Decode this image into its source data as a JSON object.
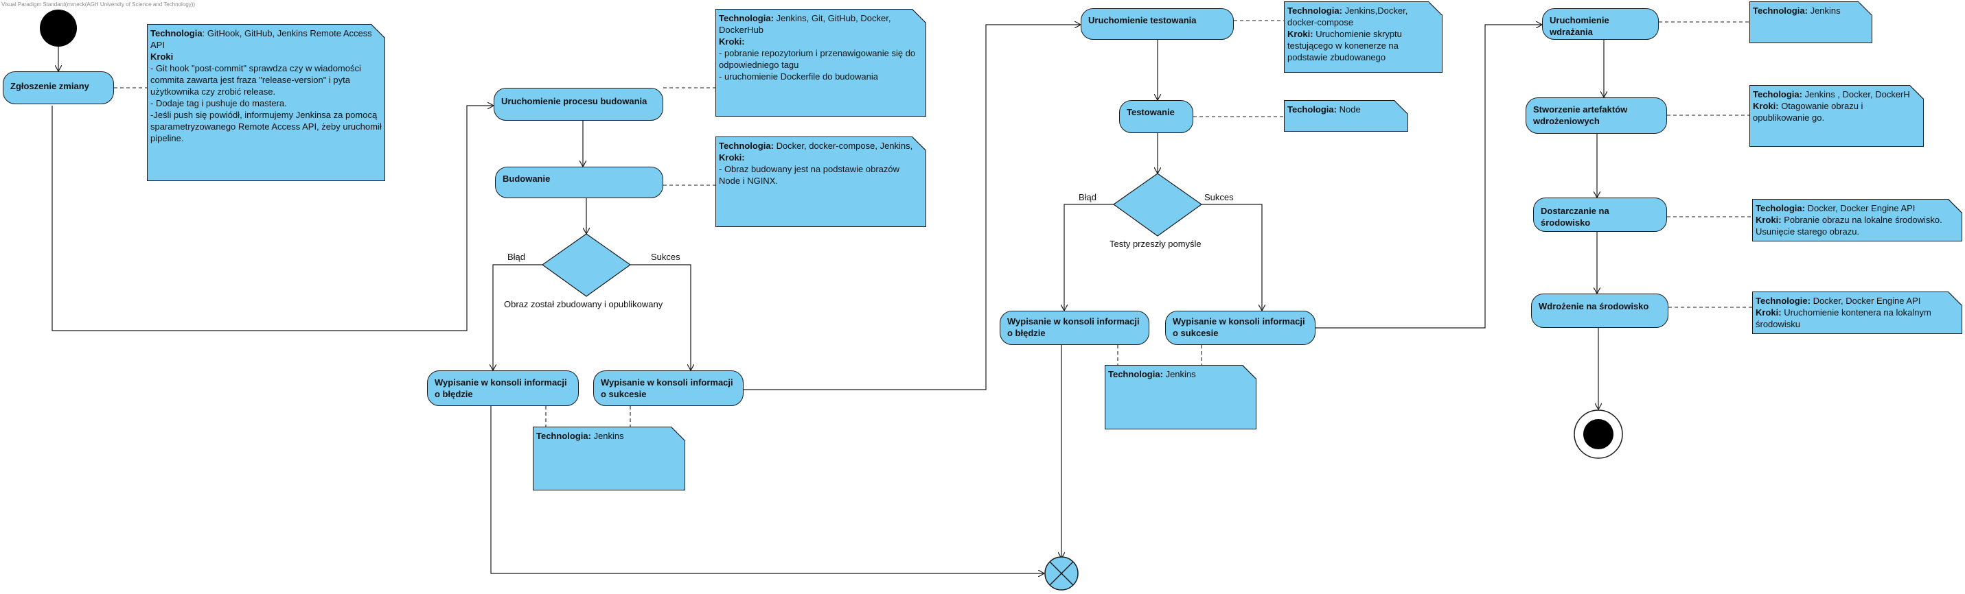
{
  "edition_text": "Visual Paradigm Standard(mrneck(AGH University of Science and Technology))",
  "colors": {
    "fill": "#7ccdf2",
    "stroke": "#1a1a1a",
    "initial": "#000000"
  },
  "actions": {
    "zgloszenie": "Zgłoszenie zmiany",
    "build_start": "Uruchomienie procesu budowania",
    "budowanie": "Budowanie",
    "build_err": "Wypisanie w konsoli informacji o błędzie",
    "build_ok": "Wypisanie w konsoli informacji o sukcesie",
    "test_start": "Uruchomienie testowania",
    "testowanie": "Testowanie",
    "test_err": "Wypisanie w konsoli informacji o błędzie",
    "test_ok": "Wypisanie w konsoli informacji o sukcesie",
    "deploy_start": "Uruchomienie wdrażania",
    "artefakty": "Stworzenie artefaktów wdrożeniowych",
    "dostarczanie": "Dostarczanie na środowisko",
    "wdrozenie": "Wdrożenie na środowisko"
  },
  "decisions": {
    "build": {
      "guard": "Obraz został zbudowany i opublikowany",
      "left": "Błąd",
      "right": "Sukces"
    },
    "test": {
      "guard": "Testy przeszły pomyśle",
      "left": "Błąd",
      "right": "Sukces"
    }
  },
  "notes": {
    "n1": {
      "tech_label": "Technologia",
      "tech": "GitHook, GitHub, Jenkins Remote Access API",
      "steps_label": "Kroki",
      "steps": [
        "- Git hook \"post-commit\" sprawdza czy w wiadomości commita zawarta jest fraza \"release-version\" i pyta użytkownika czy zrobić release.",
        "- Dodaje tag i pushuje do mastera.",
        "-Jeśli push się powiódł, informujemy Jenkinsa za pomocą sparametryzowanego Remote Access API, żeby uruchomił pipeline."
      ]
    },
    "n2": {
      "tech_label": "Technologia:",
      "tech": "Jenkins, Git, GitHub, Docker, DockerHub",
      "steps_label": "Kroki:",
      "steps": [
        "- pobranie repozytorium i przenawigowanie się do odpowiedniego tagu",
        "- uruchomienie Dockerfile do budowania"
      ]
    },
    "n3": {
      "tech_label": "Technologia:",
      "tech": "Docker, docker-compose, Jenkins,",
      "steps_label": "Kroki:",
      "steps": [
        "- Obraz budowany jest na podstawie obrazów Node i NGINX."
      ]
    },
    "n4": {
      "tech_label": "Technologia:",
      "tech": "Jenkins"
    },
    "n5": {
      "tech_label": "Technologia:",
      "tech": "Jenkins,Docker, docker-compose",
      "steps_label": "Kroki:",
      "steps": [
        "Uruchomienie skryptu testującego w konenerze na podstawie zbudowanego"
      ]
    },
    "n6": {
      "tech_label": "Techologia:",
      "tech": "Node"
    },
    "n7": {
      "tech_label": "Technologia:",
      "tech": "Jenkins"
    },
    "n8": {
      "tech_label": "Technologia:",
      "tech": "Jenkins"
    },
    "n9": {
      "tech_label": "Techologia:",
      "tech": "Jenkins , Docker, DockerHub",
      "steps_label": "Kroki:",
      "steps": [
        "Otagowanie obrazu i opublikowanie go."
      ]
    },
    "n10": {
      "tech_label": "Techologia:",
      "tech": "Docker, Docker Engine API",
      "steps_label": "Kroki:",
      "steps": [
        "Pobranie obrazu na lokalne środowisko. Usunięcie starego obrazu."
      ]
    },
    "n11": {
      "tech_label": "Technologie:",
      "tech": "Docker, Docker Engine API",
      "steps_label": "Kroki:",
      "steps": [
        "Uruchomienie kontenera na lokalnym środowisku"
      ]
    }
  }
}
